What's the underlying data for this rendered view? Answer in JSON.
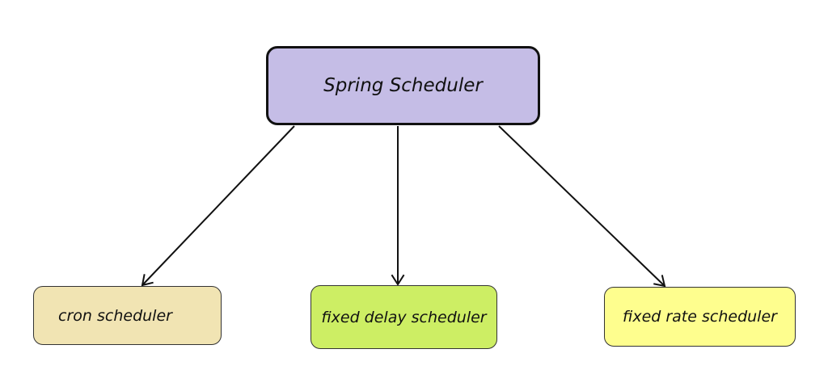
{
  "diagram": {
    "root": {
      "label": "Spring Scheduler",
      "color": "#c5bde6"
    },
    "children": [
      {
        "label": "cron scheduler",
        "color": "#f1e4b3"
      },
      {
        "label": "fixed delay scheduler",
        "color": "#cdee64"
      },
      {
        "label": "fixed rate scheduler",
        "color": "#fefe8e"
      }
    ],
    "edges": [
      {
        "from": "Spring Scheduler",
        "to": "cron scheduler"
      },
      {
        "from": "Spring Scheduler",
        "to": "fixed delay scheduler"
      },
      {
        "from": "Spring Scheduler",
        "to": "fixed rate scheduler"
      }
    ],
    "edge_color": "#111111"
  }
}
